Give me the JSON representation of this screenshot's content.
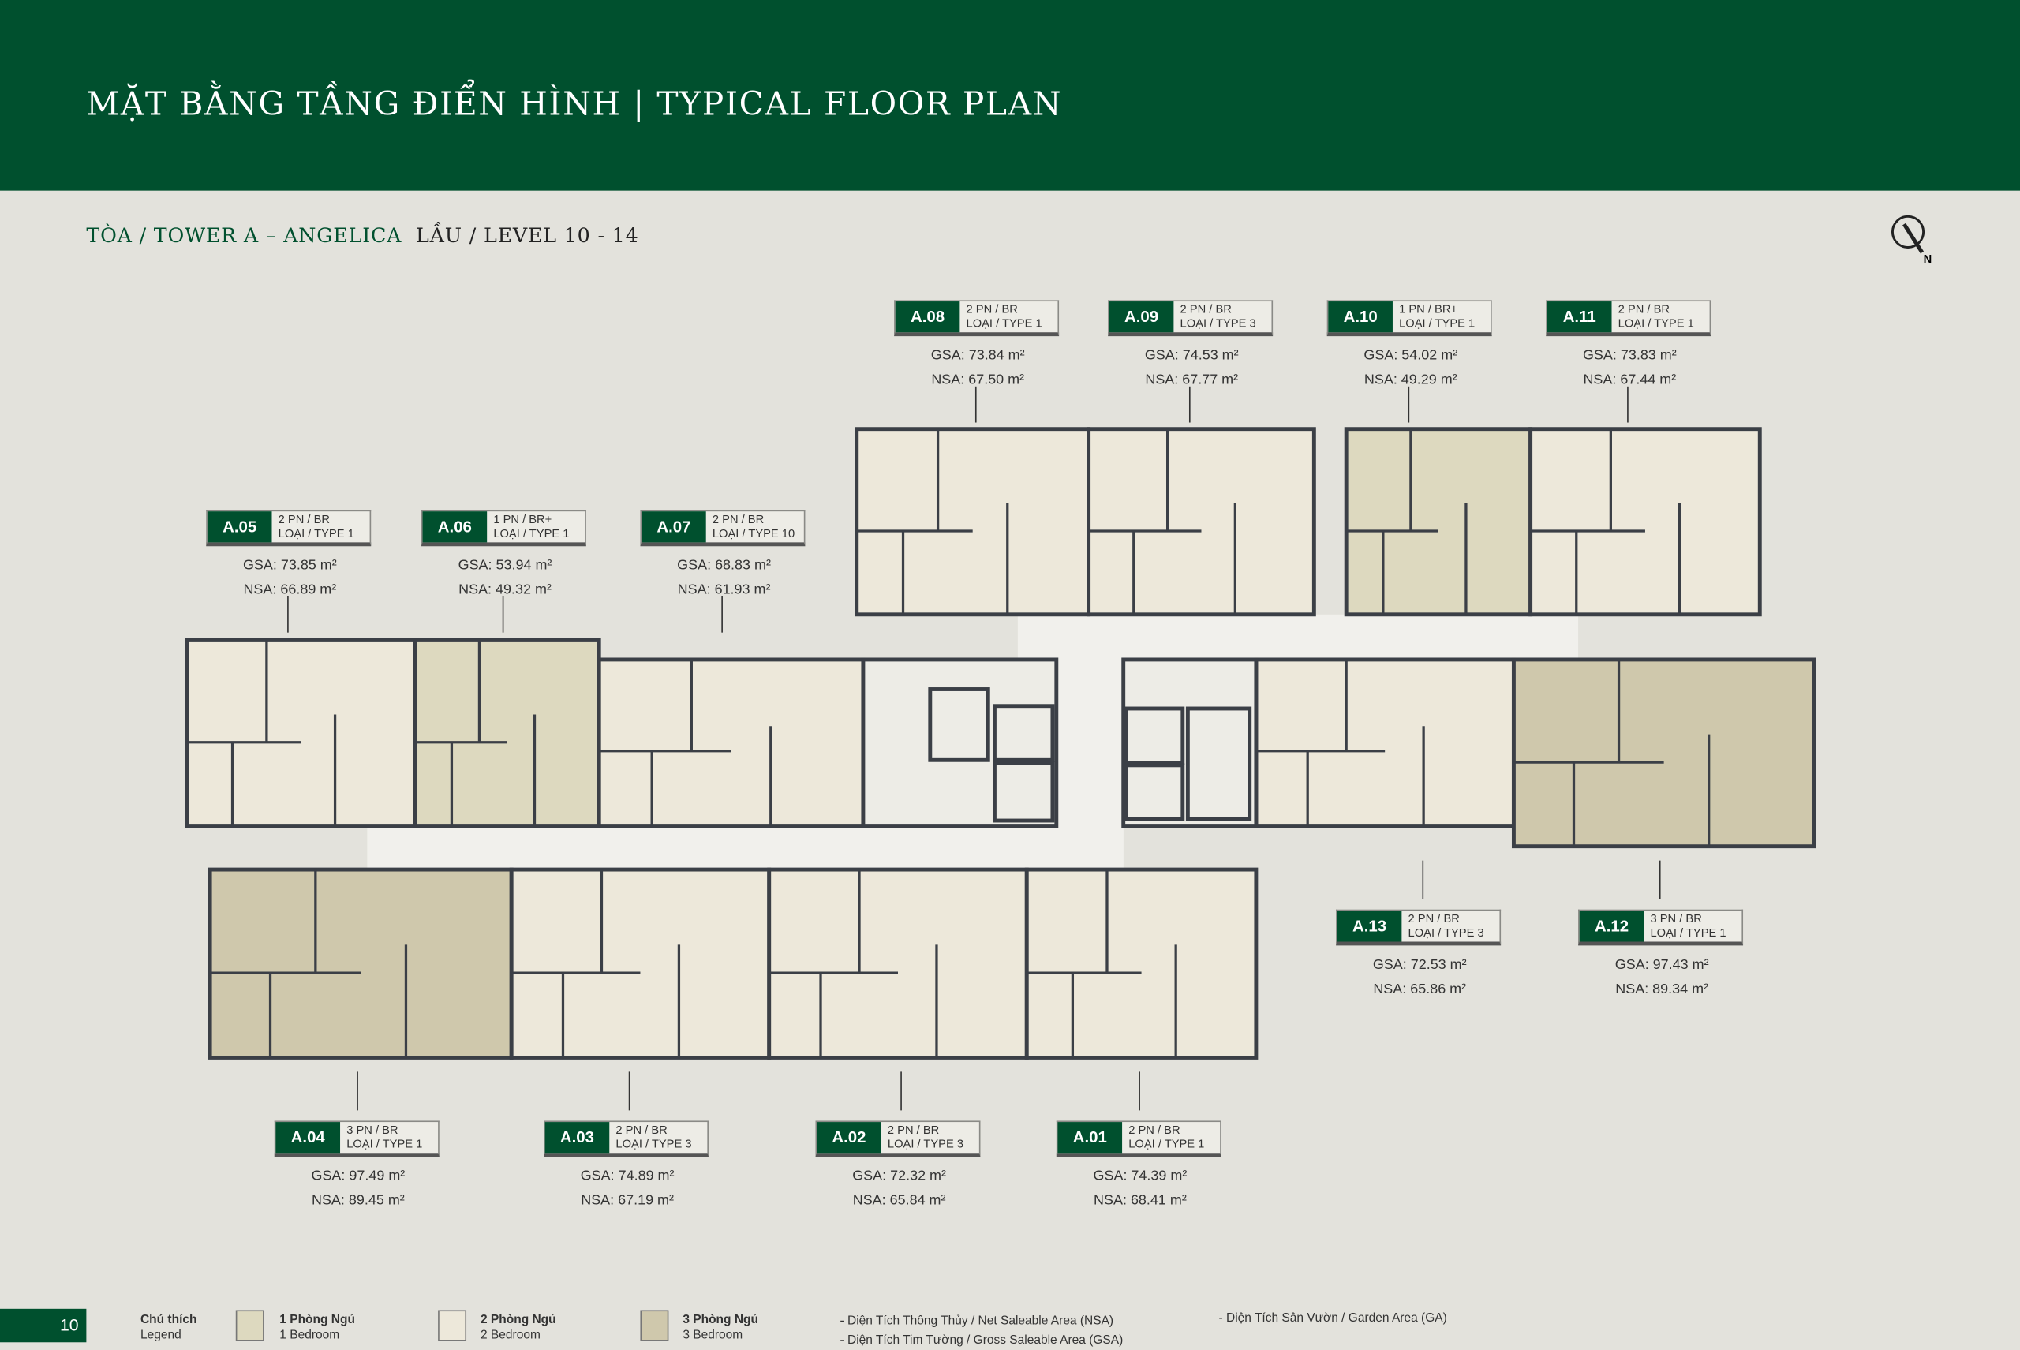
{
  "header": {
    "title": "MẶT BẰNG TẦNG ĐIỂN HÌNH | TYPICAL FLOOR PLAN"
  },
  "subtitle": {
    "tower": "TÒA / TOWER A – ANGELICA",
    "level_label": "LẦU /",
    "level": "LEVEL 10 - 14"
  },
  "compass": {
    "label": "N"
  },
  "colors": {
    "brand": "#00502E",
    "one_bedroom": "#DDD9BF",
    "two_bedroom": "#EDE8DA",
    "three_bedroom": "#CFC8AC",
    "corridor": "#F1F0EC",
    "wall": "#3B3F46"
  },
  "units": [
    {
      "id": "A.08",
      "beds": "2 PN / BR",
      "type": "LOẠI / TYPE 1",
      "gsa": "GSA: 73.84 m²",
      "nsa": "NSA: 67.50 m²"
    },
    {
      "id": "A.09",
      "beds": "2 PN / BR",
      "type": "LOẠI / TYPE 3",
      "gsa": "GSA: 74.53 m²",
      "nsa": "NSA: 67.77 m²"
    },
    {
      "id": "A.10",
      "beds": "1 PN / BR+",
      "type": "LOẠI / TYPE 1",
      "gsa": "GSA: 54.02 m²",
      "nsa": "NSA: 49.29 m²"
    },
    {
      "id": "A.11",
      "beds": "2 PN / BR",
      "type": "LOẠI / TYPE 1",
      "gsa": "GSA: 73.83 m²",
      "nsa": "NSA: 67.44 m²"
    },
    {
      "id": "A.05",
      "beds": "2 PN / BR",
      "type": "LOẠI / TYPE 1",
      "gsa": "GSA: 73.85 m²",
      "nsa": "NSA: 66.89 m²"
    },
    {
      "id": "A.06",
      "beds": "1 PN / BR+",
      "type": "LOẠI / TYPE 1",
      "gsa": "GSA: 53.94 m²",
      "nsa": "NSA: 49.32 m²"
    },
    {
      "id": "A.07",
      "beds": "2 PN / BR",
      "type": "LOẠI / TYPE 10",
      "gsa": "GSA: 68.83 m²",
      "nsa": "NSA: 61.93 m²"
    },
    {
      "id": "A.13",
      "beds": "2 PN / BR",
      "type": "LOẠI / TYPE 3",
      "gsa": "GSA: 72.53 m²",
      "nsa": "NSA: 65.86 m²"
    },
    {
      "id": "A.12",
      "beds": "3 PN / BR",
      "type": "LOẠI / TYPE 1",
      "gsa": "GSA: 97.43 m²",
      "nsa": "NSA: 89.34 m²"
    },
    {
      "id": "A.04",
      "beds": "3 PN / BR",
      "type": "LOẠI / TYPE 1",
      "gsa": "GSA: 97.49 m²",
      "nsa": "NSA: 89.45 m²"
    },
    {
      "id": "A.03",
      "beds": "2 PN / BR",
      "type": "LOẠI / TYPE 3",
      "gsa": "GSA: 74.89 m²",
      "nsa": "NSA: 67.19 m²"
    },
    {
      "id": "A.02",
      "beds": "2 PN / BR",
      "type": "LOẠI / TYPE 3",
      "gsa": "GSA: 72.32 m²",
      "nsa": "NSA: 65.84 m²"
    },
    {
      "id": "A.01",
      "beds": "2 PN / BR",
      "type": "LOẠI / TYPE 1",
      "gsa": "GSA: 74.39 m²",
      "nsa": "NSA: 68.41 m²"
    }
  ],
  "footer": {
    "page": "10",
    "legend_vi": "Chú thích",
    "legend_en": "Legend",
    "items": [
      {
        "vi": "1 Phòng Ngủ",
        "en": "1 Bedroom"
      },
      {
        "vi": "2 Phòng Ngủ",
        "en": "2 Bedroom"
      },
      {
        "vi": "3 Phòng Ngủ",
        "en": "3 Bedroom"
      }
    ],
    "notes": [
      "- Diện Tích Thông Thủy / Net Saleable Area (NSA)",
      "- Diện Tích Tim Tường / Gross Saleable Area (GSA)",
      "- Diện Tích Sân Vườn / Garden Area (GA)"
    ]
  }
}
